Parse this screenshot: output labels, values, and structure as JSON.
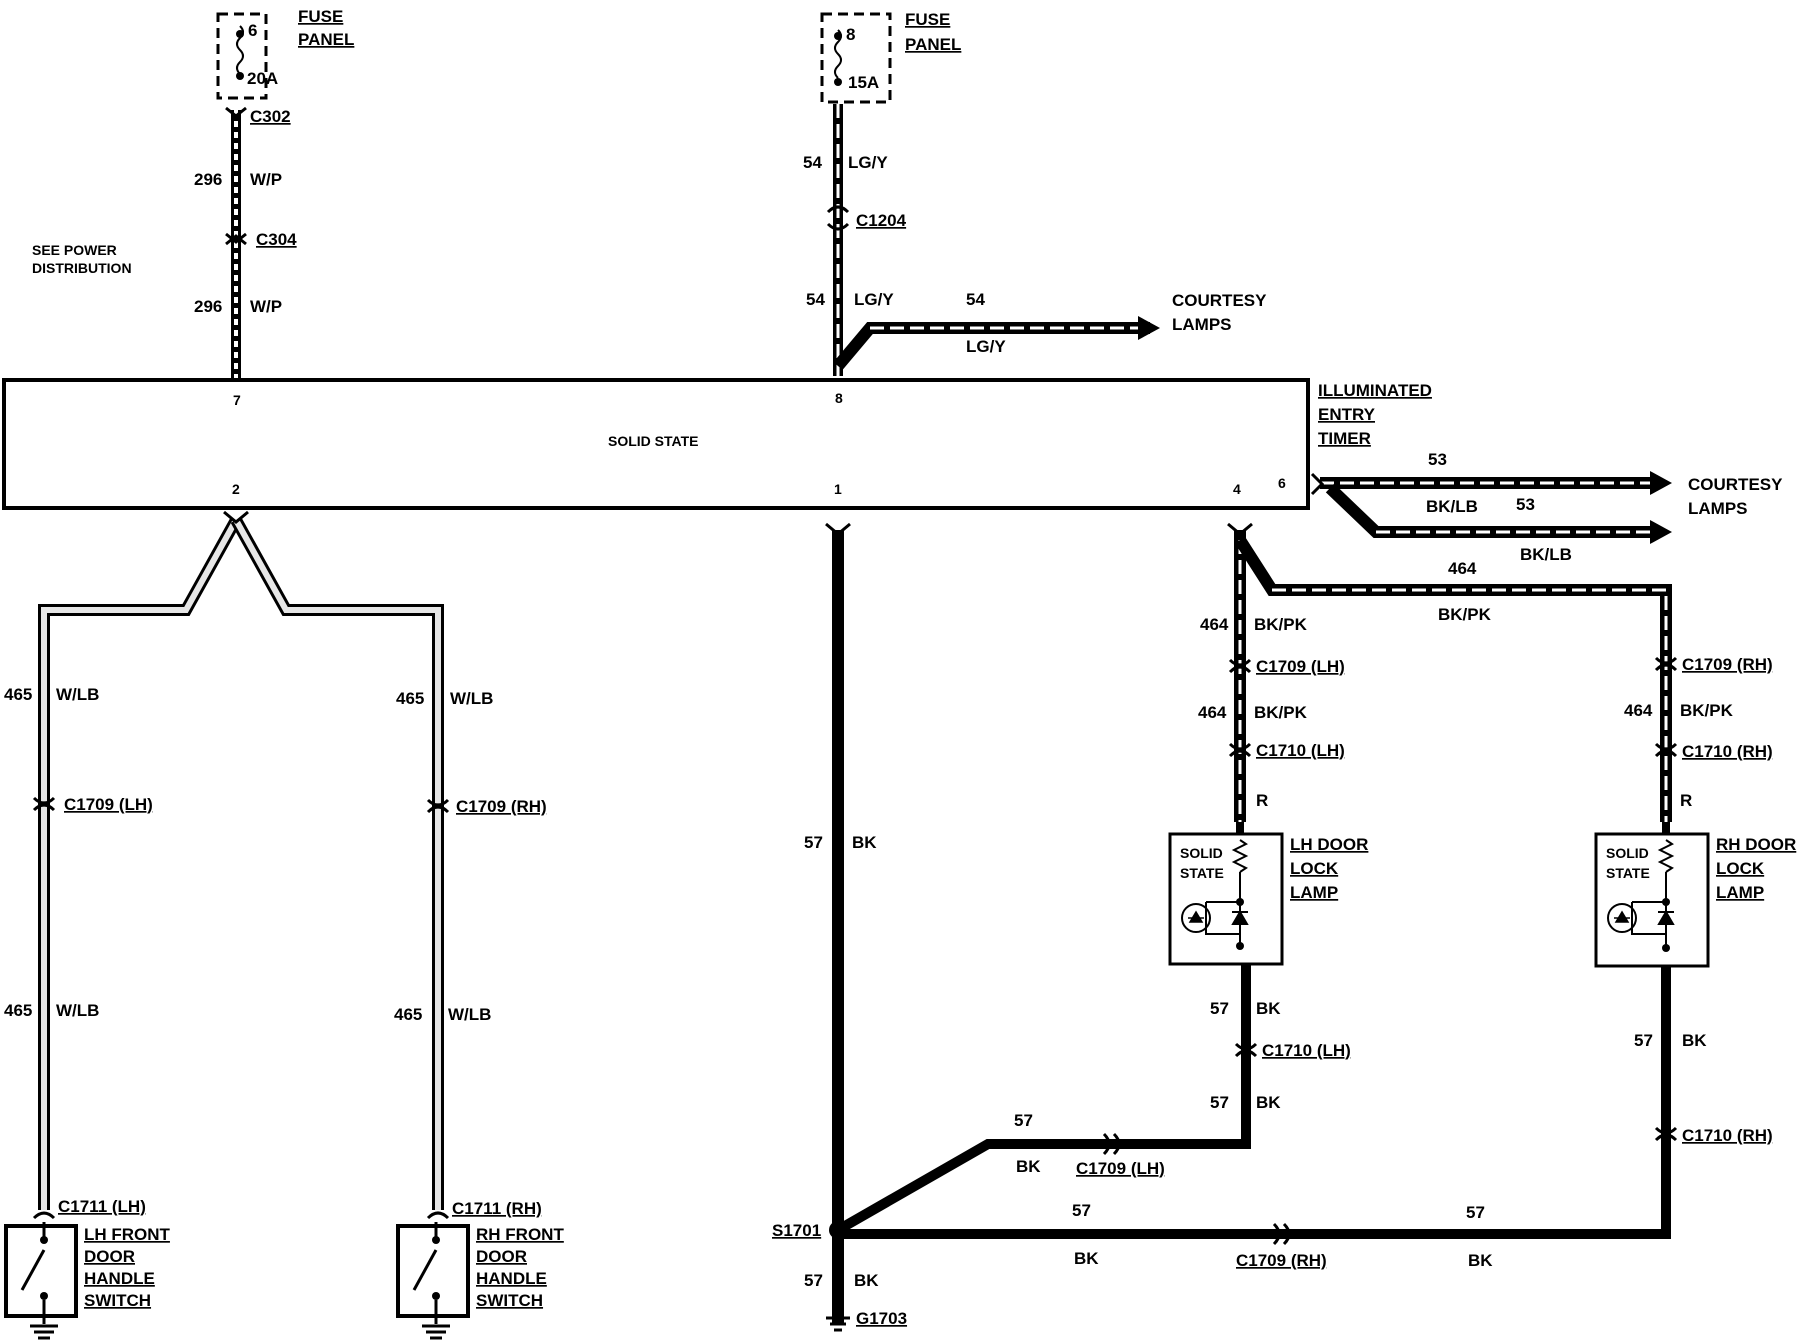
{
  "fuse_panel_left": {
    "label_line1": "FUSE",
    "label_line2": "PANEL",
    "fuse_number": "6",
    "fuse_rating": "20A"
  },
  "fuse_panel_right": {
    "label_line1": "FUSE",
    "label_line2": "PANEL",
    "fuse_number": "8",
    "fuse_rating": "15A"
  },
  "connectors": {
    "c302": "C302",
    "c304": "C304",
    "c1204": "C1204",
    "c1709_lh": "C1709 (LH)",
    "c1709_rh": "C1709 (RH)",
    "c1710_lh": "C1710 (LH)",
    "c1710_rh": "C1710 (RH)",
    "c1711_lh": "C1711 (LH)",
    "c1711_rh": "C1711 (RH)",
    "s1701": "S1701",
    "g1703": "G1703"
  },
  "notes": {
    "power_line1": "SEE POWER",
    "power_line2": "DISTRIBUTION"
  },
  "module": {
    "body_label": "SOLID STATE",
    "name_line1": "ILLUMINATED",
    "name_line2": "ENTRY",
    "name_line3": "TIMER",
    "pins": {
      "p7": "7",
      "p8": "8",
      "p2": "2",
      "p1": "1",
      "p4": "4",
      "p6": "6"
    }
  },
  "wires": {
    "w296": {
      "circuit": "296",
      "color": "W/P"
    },
    "w54": {
      "circuit": "54",
      "color": "LG/Y"
    },
    "w53": {
      "circuit": "53",
      "color": "BK/LB"
    },
    "w464": {
      "circuit": "464",
      "color": "BK/PK"
    },
    "w465": {
      "circuit": "465",
      "color": "W/LB"
    },
    "w57": {
      "circuit": "57",
      "color": "BK"
    },
    "r": "R"
  },
  "destinations": {
    "courtesy_line1": "COURTESY",
    "courtesy_line2": "LAMPS"
  },
  "lamps": {
    "solid_line1": "SOLID",
    "solid_line2": "STATE",
    "lh": {
      "line1": "LH DOOR",
      "line2": "LOCK",
      "line3": "LAMP"
    },
    "rh": {
      "line1": "RH DOOR",
      "line2": "LOCK",
      "line3": "LAMP"
    }
  },
  "switches": {
    "lh": {
      "line1": "LH FRONT",
      "line2": "DOOR",
      "line3": "HANDLE",
      "line4": "SWITCH"
    },
    "rh": {
      "line1": "RH FRONT",
      "line2": "DOOR",
      "line3": "HANDLE",
      "line4": "SWITCH"
    }
  }
}
